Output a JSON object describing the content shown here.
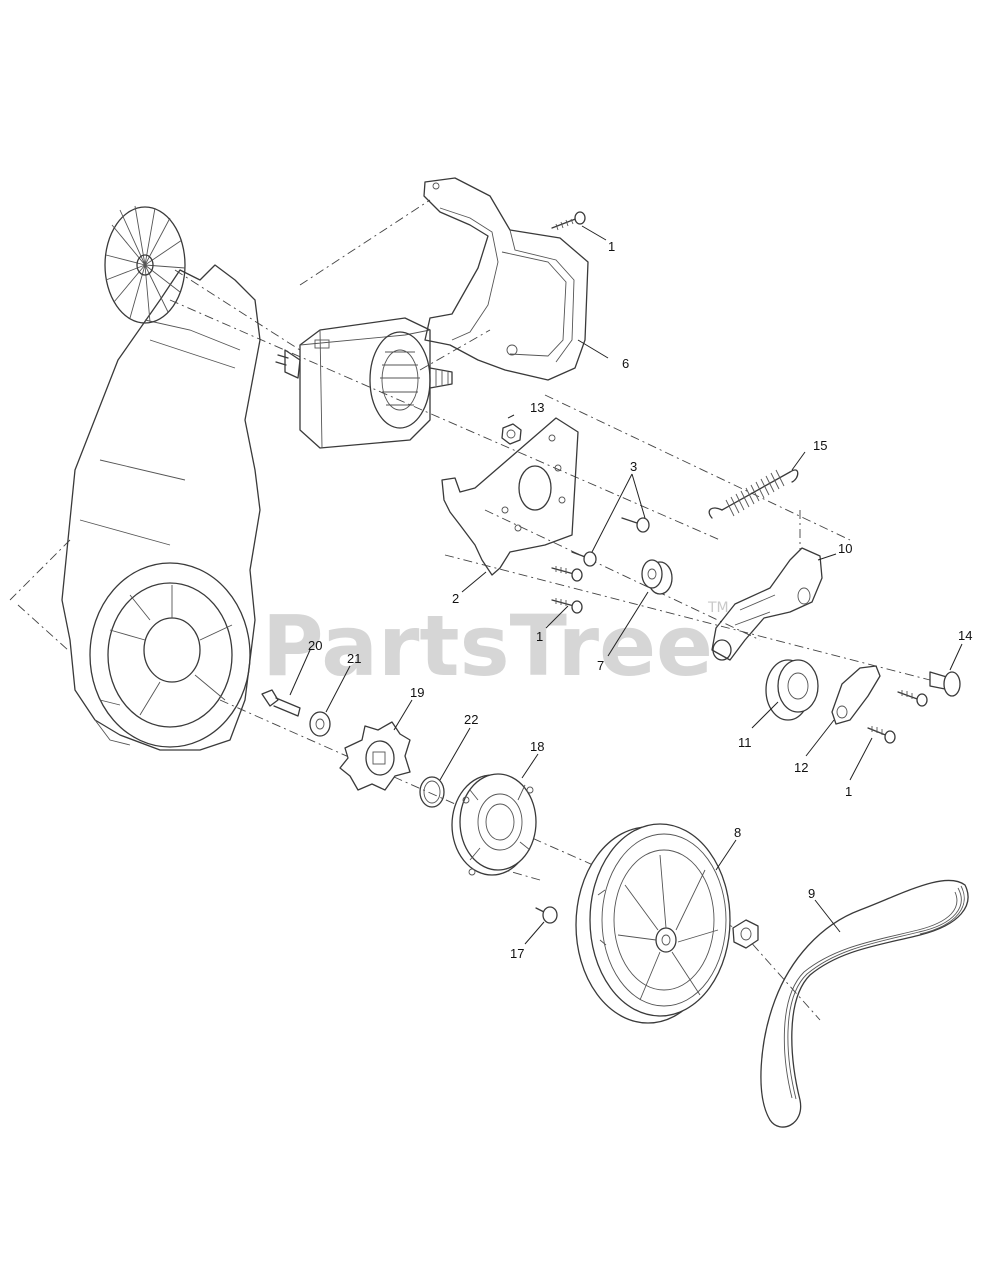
{
  "watermark": {
    "text": "PartsTree",
    "trademark": "TM"
  },
  "callouts": {
    "c1a": "1",
    "c6": "6",
    "c13": "13",
    "c3": "3",
    "c15": "15",
    "c10": "10",
    "c2": "2",
    "c1b": "1",
    "c7": "7",
    "c14": "14",
    "c20": "20",
    "c21": "21",
    "c19": "19",
    "c22": "22",
    "c18": "18",
    "c11": "11",
    "c12": "12",
    "c1c": "1",
    "c8": "8",
    "c9": "9",
    "c17": "17"
  }
}
